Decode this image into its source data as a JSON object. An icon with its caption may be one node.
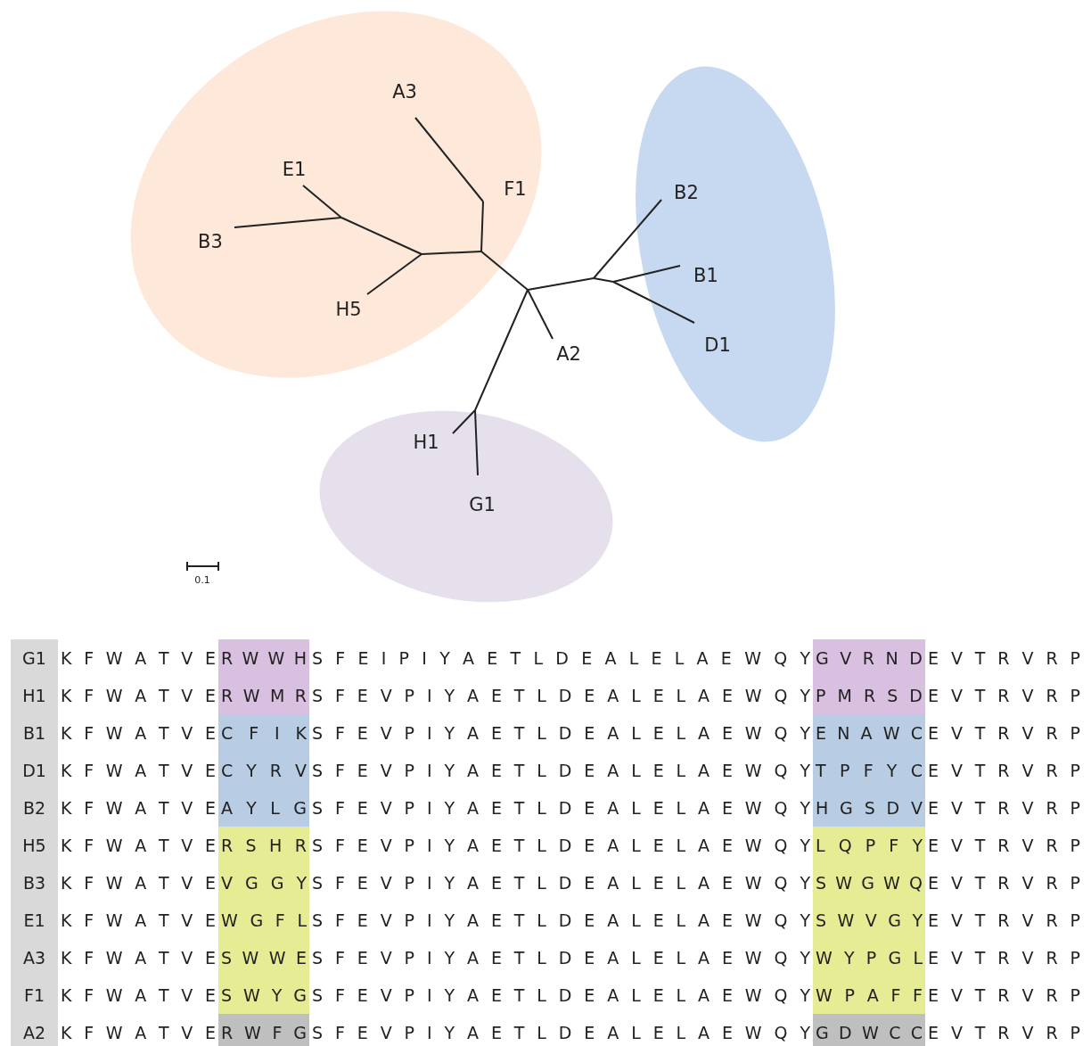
{
  "diagram": {
    "labels": [
      "A3",
      "E1",
      "F1",
      "B2",
      "B3",
      "B1",
      "H5",
      "D1",
      "A2",
      "H1",
      "G1",
      "0.1",
      "G1",
      "K F W A T V E",
      "R W W H",
      "S F E I P I Y A E T L D E A L E L A E W Q Y",
      "G V R N D",
      "E V T R V R P",
      "H1",
      "K F W A T V E",
      "R W M R",
      "S F E V P I Y A E T L D E A L E L A E W Q Y",
      "P M R S D",
      "E V T R V R P",
      "B1",
      "K F W A T V E",
      "C F I K",
      "S F E V P I Y A E T L D E A L E L A E W Q Y",
      "E N A W C",
      "E V T R V R P",
      "D1",
      "K F W A T V E",
      "C Y R V",
      "S F E V P I Y A E T L D E A L E L A E W Q Y",
      "T P F Y C",
      "E V T R V R P",
      "B2",
      "K F W A T V E",
      "A Y L G",
      "S F E V P I Y A E T L D E A L E L A E W Q Y",
      "H G S D V",
      "E V T R V R P",
      "H5",
      "K F W A T V E",
      "R S H R",
      "S F E V P I Y A E T L D E A L E L A E W Q Y",
      "L Q P F Y",
      "E V T R V R P",
      "B3",
      "K F W A T V E",
      "V G G Y",
      "S F E V P I Y A E T L D E A L E L A E W Q Y",
      "S W G W Q",
      "E V T R V R P",
      "E1",
      "K F W A T V E",
      "W G F L",
      "S F E V P I Y A E T L D E A L E L A E W Q Y",
      "S W V G Y",
      "E V T R V R P",
      "A3",
      "K F W A T V E",
      "S W W E",
      "S F E V P I Y A E T L D E A L E L A E W Q Y",
      "W Y P G L",
      "E V T R V R P",
      "F1",
      "K F W A T V E",
      "S W Y G",
      "S F E V P I Y A E T L D E A L E L A E W Q Y",
      "W P A F F",
      "E V T R V R P",
      "A2",
      "K F W A T V E",
      "R W F G",
      "S F E V P I Y A E T L D E A L E L A E W Q Y",
      "G D W C C",
      "E V T R V R P"
    ]
  }
}
